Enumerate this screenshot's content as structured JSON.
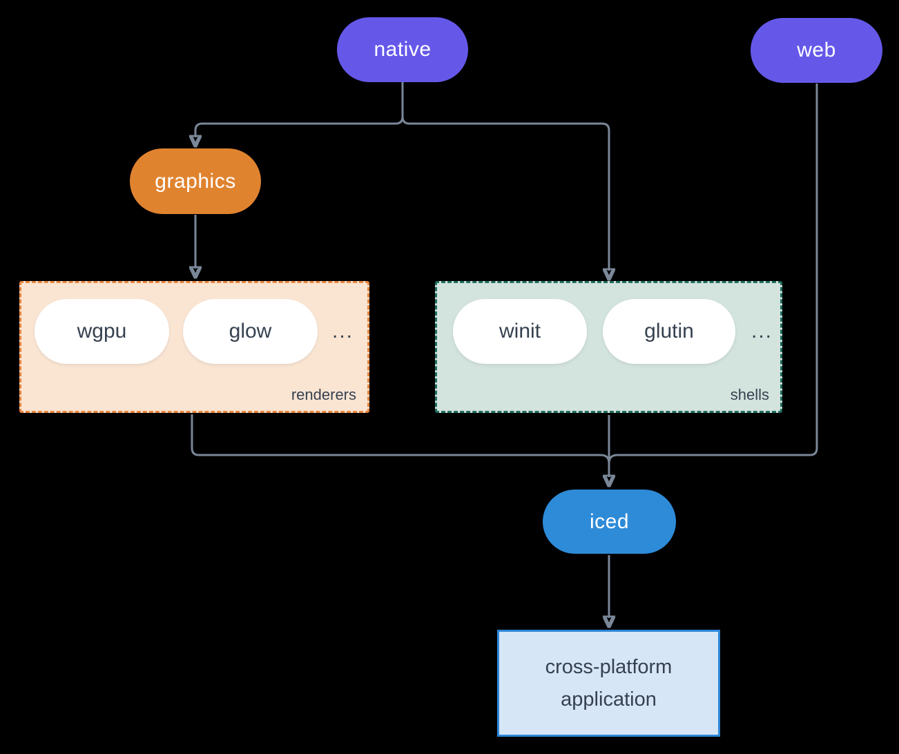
{
  "nodes": {
    "native": {
      "label": "native",
      "color": "#6558E9"
    },
    "web": {
      "label": "web",
      "color": "#6558E9"
    },
    "graphics": {
      "label": "graphics",
      "color": "#E0832F"
    },
    "iced": {
      "label": "iced",
      "color": "#2E8BD8"
    },
    "app": {
      "label": "cross-platform application",
      "bg": "#D6E6F7",
      "border": "#2E86D8"
    }
  },
  "groups": {
    "renderers": {
      "label": "renderers",
      "items": [
        "wgpu",
        "glow"
      ],
      "ellipsis": "...",
      "bg": "#FAE5D3",
      "border": "#E8843C"
    },
    "shells": {
      "label": "shells",
      "items": [
        "winit",
        "glutin"
      ],
      "ellipsis": "...",
      "bg": "#D3E3DD",
      "border": "#1F6D60"
    }
  },
  "edges": [
    {
      "from": "native",
      "to": "graphics"
    },
    {
      "from": "native",
      "to": "shells"
    },
    {
      "from": "graphics",
      "to": "renderers"
    },
    {
      "from": "renderers",
      "to": "iced"
    },
    {
      "from": "shells",
      "to": "iced"
    },
    {
      "from": "web",
      "to": "iced"
    },
    {
      "from": "iced",
      "to": "app"
    }
  ],
  "colors": {
    "background": "#000000",
    "connector": "#7A8798",
    "text_dark": "#364150",
    "text_light": "#FFFFFF"
  }
}
